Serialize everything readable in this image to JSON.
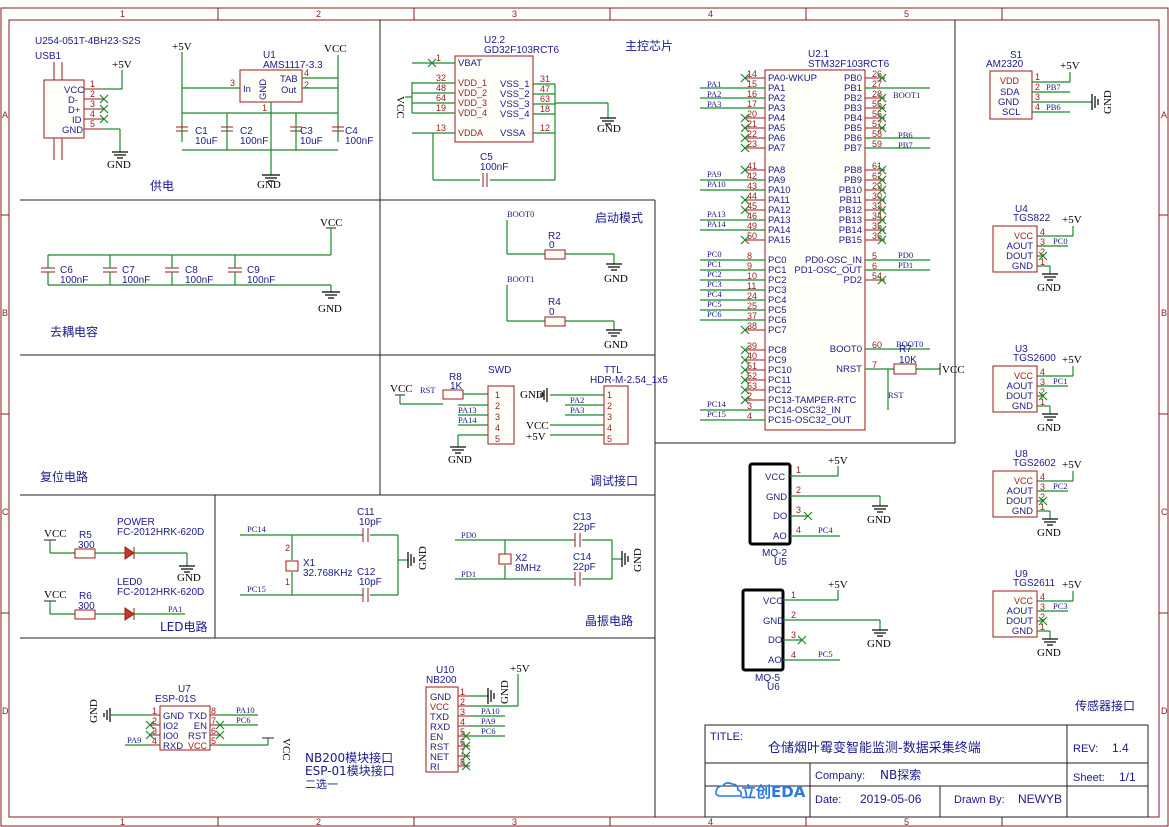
{
  "frame": {
    "cols": [
      "1",
      "2",
      "3",
      "4",
      "5"
    ],
    "rows": [
      "A",
      "B",
      "C",
      "D"
    ]
  },
  "sections": {
    "power": "供电",
    "mcu": "主控芯片",
    "decoupling": "去耦电容",
    "boot": "启动模式",
    "reset": "复位电路",
    "debug": "调试接口",
    "led": "LED电路",
    "crystal": "晶振电路",
    "sensor_if": "传感器接口",
    "module_if_1": "NB200模块接口",
    "module_if_2": "ESP-01模块接口",
    "module_if_3": "二选一"
  },
  "parts": {
    "usb": {
      "ref": "USB1",
      "val": "U254-051T-4BH23-S2S",
      "pins": [
        "VCC",
        "D-",
        "D+",
        "ID",
        "GND"
      ],
      "nums": [
        "1",
        "2",
        "3",
        "4",
        "5"
      ]
    },
    "u1": {
      "ref": "U1",
      "val": "AMS1117-3.3",
      "in": "In",
      "gnd": "GND",
      "tab": "TAB",
      "out": "Out",
      "p3": "3",
      "p4": "4",
      "p2": "2",
      "p1": "1"
    },
    "c1": {
      "ref": "C1",
      "val": "10uF"
    },
    "c2": {
      "ref": "C2",
      "val": "100nF"
    },
    "c3": {
      "ref": "C3",
      "val": "10uF"
    },
    "c4": {
      "ref": "C4",
      "val": "100nF"
    },
    "c5": {
      "ref": "C5",
      "val": "100nF"
    },
    "c6": {
      "ref": "C6",
      "val": "100nF"
    },
    "c7": {
      "ref": "C7",
      "val": "100nF"
    },
    "c8": {
      "ref": "C8",
      "val": "100nF"
    },
    "c9": {
      "ref": "C9",
      "val": "100nF"
    },
    "u22": {
      "ref": "U2.2",
      "val": "GD32F103RCT6",
      "left": [
        [
          "1",
          "VBAT"
        ],
        [
          "32",
          "VDD_1"
        ],
        [
          "48",
          "VDD_2"
        ],
        [
          "64",
          "VDD_3"
        ],
        [
          "19",
          "VDD_4"
        ],
        [
          "13",
          "VDDA"
        ]
      ],
      "right": [
        [
          "31",
          "VSS_1"
        ],
        [
          "47",
          "VSS_2"
        ],
        [
          "63",
          "VSS_3"
        ],
        [
          "18",
          "VSS_4"
        ],
        [
          "12",
          "VSSA"
        ]
      ]
    },
    "u21": {
      "ref": "U2.1",
      "val": "STM32F103RCT6",
      "left": [
        [
          "14",
          "PA0-WKUP"
        ],
        [
          "15",
          "PA1"
        ],
        [
          "16",
          "PA2"
        ],
        [
          "17",
          "PA3"
        ],
        [
          "20",
          "PA4"
        ],
        [
          "21",
          "PA5"
        ],
        [
          "22",
          "PA6"
        ],
        [
          "23",
          "PA7"
        ],
        [
          "41",
          "PA8"
        ],
        [
          "42",
          "PA9"
        ],
        [
          "43",
          "PA10"
        ],
        [
          "44",
          "PA11"
        ],
        [
          "45",
          "PA12"
        ],
        [
          "46",
          "PA13"
        ],
        [
          "49",
          "PA14"
        ],
        [
          "50",
          "PA15"
        ],
        [
          "8",
          "PC0"
        ],
        [
          "9",
          "PC1"
        ],
        [
          "10",
          "PC2"
        ],
        [
          "11",
          "PC3"
        ],
        [
          "24",
          "PC4"
        ],
        [
          "25",
          "PC5"
        ],
        [
          "37",
          "PC6"
        ],
        [
          "38",
          "PC7"
        ],
        [
          "39",
          "PC8"
        ],
        [
          "40",
          "PC9"
        ],
        [
          "51",
          "PC10"
        ],
        [
          "52",
          "PC11"
        ],
        [
          "53",
          "PC12"
        ],
        [
          "2",
          "PC13-TAMPER-RTC"
        ],
        [
          "3",
          "PC14-OSC32_IN"
        ],
        [
          "4",
          "PC15-OSC32_OUT"
        ]
      ],
      "right": [
        [
          "26",
          "PB0"
        ],
        [
          "27",
          "PB1"
        ],
        [
          "28",
          "PB2"
        ],
        [
          "55",
          "PB3"
        ],
        [
          "56",
          "PB4"
        ],
        [
          "57",
          "PB5"
        ],
        [
          "58",
          "PB6"
        ],
        [
          "59",
          "PB7"
        ],
        [
          "61",
          "PB8"
        ],
        [
          "62",
          "PB9"
        ],
        [
          "29",
          "PB10"
        ],
        [
          "30",
          "PB11"
        ],
        [
          "33",
          "PB12"
        ],
        [
          "34",
          "PB13"
        ],
        [
          "35",
          "PB14"
        ],
        [
          "36",
          "PB15"
        ],
        [
          "5",
          "PD0-OSC_IN"
        ],
        [
          "6",
          "PD1-OSC_OUT"
        ],
        [
          "54",
          "PD2"
        ],
        [
          "60",
          "BOOT0"
        ],
        [
          "7",
          "NRST"
        ]
      ]
    },
    "r2": {
      "ref": "R2",
      "val": "0"
    },
    "r4": {
      "ref": "R4",
      "val": "0"
    },
    "r7": {
      "ref": "R7",
      "val": "10K"
    },
    "r8": {
      "ref": "R8",
      "val": "1K"
    },
    "swd": {
      "ref": "SWD",
      "nums": [
        "1",
        "2",
        "3",
        "4",
        "5"
      ]
    },
    "ttl": {
      "ref": "TTL",
      "val": "HDR-M-2.54_1x5",
      "nums": [
        "1",
        "2",
        "3",
        "4",
        "5"
      ]
    },
    "r5": {
      "ref": "R5",
      "val": "300"
    },
    "r6": {
      "ref": "R6",
      "val": "300"
    },
    "power_led": {
      "ref": "POWER",
      "val": "FC-2012HRK-620D"
    },
    "led0": {
      "ref": "LED0",
      "val": "FC-2012HRK-620D"
    },
    "x1": {
      "ref": "X1",
      "val": "32.768KHz",
      "p1": "1",
      "p2": "2"
    },
    "x2": {
      "ref": "X2",
      "val": "8MHz"
    },
    "c11": {
      "ref": "C11",
      "val": "10pF"
    },
    "c12": {
      "ref": "C12",
      "val": "10pF"
    },
    "c13": {
      "ref": "C13",
      "val": "22pF"
    },
    "c14": {
      "ref": "C14",
      "val": "22pF"
    },
    "s1": {
      "ref": "S1",
      "val": "AM2320",
      "pins": [
        "VDD",
        "SDA",
        "GND",
        "SCL"
      ],
      "nums": [
        "1",
        "2",
        "3",
        "4"
      ]
    },
    "u4": {
      "ref": "U4",
      "val": "TGS822"
    },
    "u3": {
      "ref": "U3",
      "val": "TGS2600"
    },
    "u8": {
      "ref": "U8",
      "val": "TGS2602"
    },
    "u9": {
      "ref": "U9",
      "val": "TGS2611"
    },
    "tgs_pins": [
      "VCC",
      "AOUT",
      "DOUT",
      "GND"
    ],
    "tgs_nums": [
      "4",
      "3",
      "2",
      "1"
    ],
    "mq2": {
      "ref": "U5",
      "val": "MQ-2"
    },
    "mq5": {
      "ref": "U6",
      "val": "MQ-5"
    },
    "mq_pins": [
      "VCC",
      "GND",
      "DO",
      "AO"
    ],
    "mq_nums": [
      "1",
      "2",
      "3",
      "4"
    ],
    "u7": {
      "ref": "U7",
      "val": "ESP-01S",
      "left": [
        [
          "1",
          "GND"
        ],
        [
          "2",
          "IO2"
        ],
        [
          "3",
          "IO0"
        ],
        [
          "4",
          "RXD"
        ]
      ],
      "right": [
        [
          "8",
          "TXD"
        ],
        [
          "7",
          "EN"
        ],
        [
          "6",
          "RST"
        ],
        [
          "5",
          "VCC"
        ]
      ]
    },
    "u10": {
      "ref": "U10",
      "val": "NB200",
      "pins": [
        [
          "1",
          "GND"
        ],
        [
          "2",
          "VCC"
        ],
        [
          "3",
          "TXD"
        ],
        [
          "4",
          "RXD"
        ],
        [
          "5",
          "EN"
        ],
        [
          "6",
          "RST"
        ],
        [
          "7",
          "NET"
        ],
        [
          "8",
          "RI"
        ]
      ]
    }
  },
  "nets": {
    "vcc": "VCC",
    "p5v": "+5V",
    "gnd": "GND",
    "rst": "RST",
    "pa1": "PA1",
    "pa2": "PA2",
    "pa3": "PA3",
    "pa9": "PA9",
    "pa10": "PA10",
    "pa13": "PA13",
    "pa14": "PA14",
    "pc0": "PC0",
    "pc1": "PC1",
    "pc2": "PC2",
    "pc3": "PC3",
    "pc4": "PC4",
    "pc5": "PC5",
    "pc6": "PC6",
    "pc14": "PC14",
    "pc15": "PC15",
    "pd0": "PD0",
    "pd1": "PD1",
    "pb6": "PB6",
    "pb7": "PB7",
    "boot0": "BOOT0",
    "boot1": "BOOT1"
  },
  "title_block": {
    "title_label": "TITLE:",
    "title": "仓储烟叶霉变智能监测-数据采集终端",
    "rev_label": "REV:",
    "rev": "1.4",
    "company_label": "Company:",
    "company": "NB探索",
    "sheet_label": "Sheet:",
    "sheet": "1/1",
    "date_label": "Date:",
    "date": "2019-05-06",
    "drawn_label": "Drawn By:",
    "drawn": "NEWYB",
    "logo": "立创EDA"
  }
}
